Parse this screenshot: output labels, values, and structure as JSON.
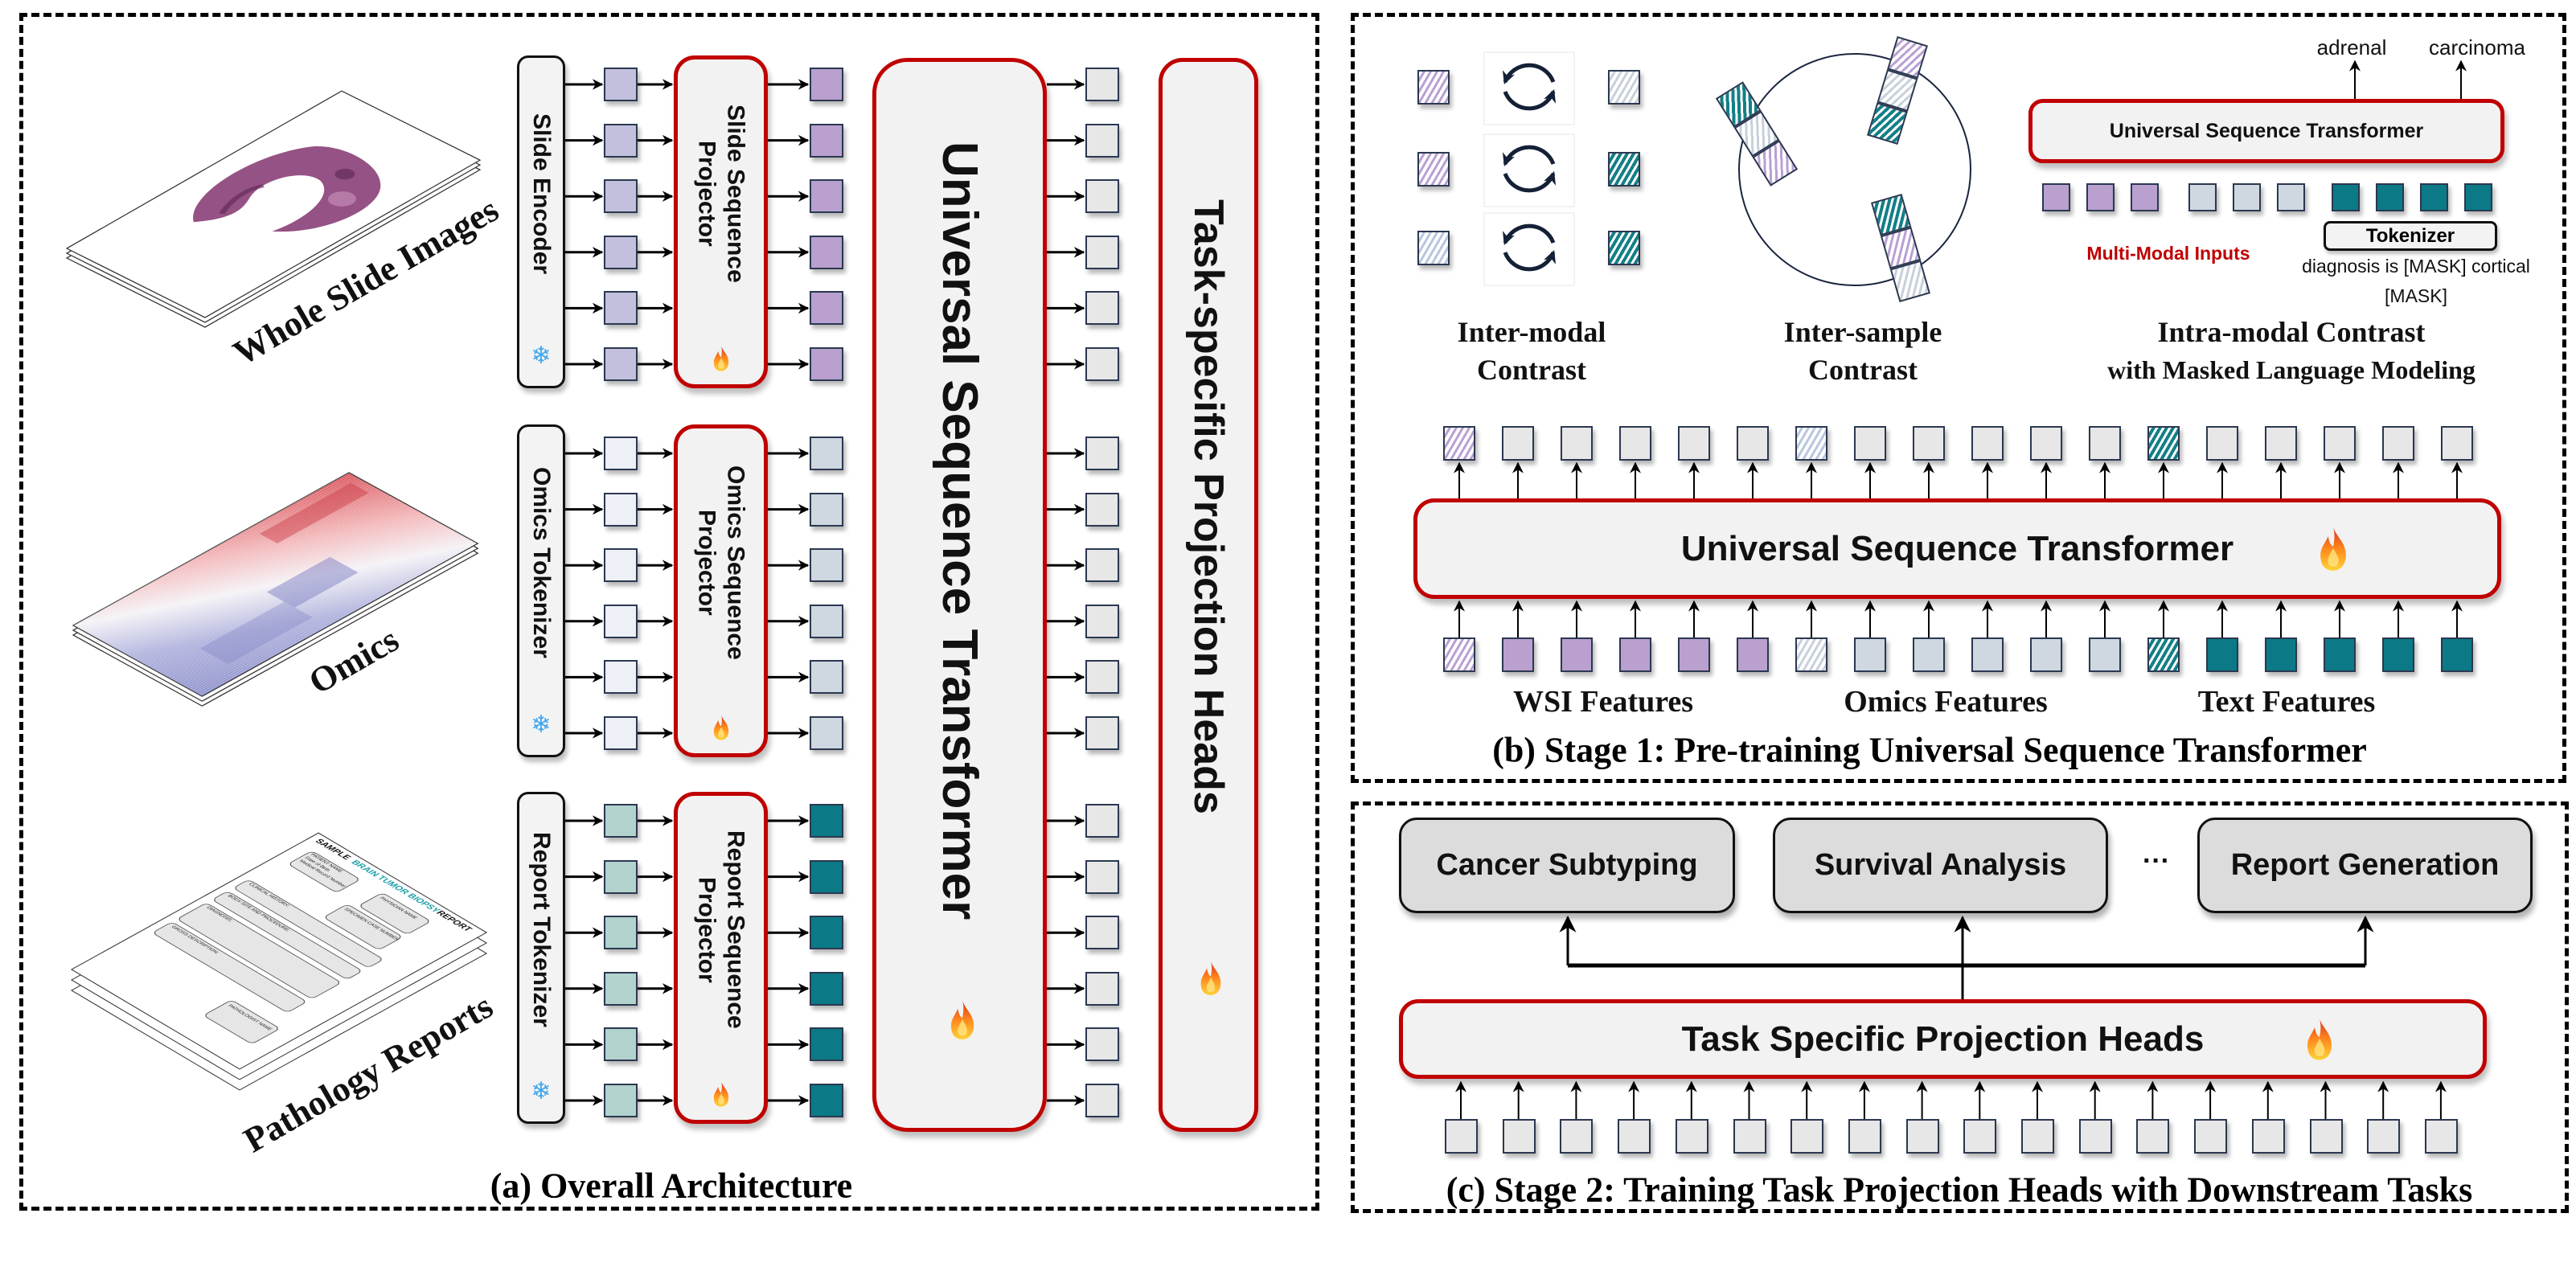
{
  "colors": {
    "accent_red": "#c00000",
    "slide_token_raw": "#c3c0dd",
    "slide_token": "#b9a0cf",
    "omics_token_raw": "#eef0f7",
    "omics_token": "#cfd7e1",
    "report_token_raw": "#b2d3cd",
    "report_token": "#0b7a86",
    "output_token": "#e7e7e7",
    "frozen_icon": "#3ea6ef",
    "trainable_icon": "#f07a1a"
  },
  "icons": {
    "frozen": "snowflake-icon",
    "trainable": "flame-icon"
  },
  "panel_a": {
    "title": "(a) Overall Architecture",
    "inputs": {
      "wsi": "Whole Slide Images",
      "omics": "Omics",
      "reports": "Pathology Reports"
    },
    "report_image": {
      "header_sample": "SAMPLE",
      "header_topic": "BRAIN TUMOR BIOPSY",
      "header_report": "REPORT",
      "patient": "PATIENT NAME",
      "dob": "Date of Birth",
      "mrn": "Medical Record Number",
      "clinical": "CLINICAL HISTORY:",
      "site": "BODY SITE AND PROCEDURE:",
      "diagnosis": "DIAGNOSIS:",
      "gross": "GROSS DESCRIPTION:",
      "physician": "PHYSICIAN NAME",
      "specimen": "SPECIMEN CASE NUMBER",
      "pathologist": "PATHOLOGIST NAME"
    },
    "encoders": [
      "Slide Encoder",
      "Omics Tokenizer",
      "Report Tokenizer"
    ],
    "projectors": [
      [
        "Slide Sequence",
        "Projector"
      ],
      [
        "Omics Sequence",
        "Projector"
      ],
      [
        "Report Sequence",
        "Projector"
      ]
    ],
    "tokens_per_modality": 6,
    "backbone": "Universal Sequence Transformer",
    "heads": "Task-specific Projection Heads"
  },
  "panel_b": {
    "title": "(b) Stage 1: Pre-training Universal Sequence Transformer",
    "objectives": {
      "inter_modal": [
        "Inter-modal",
        "Contrast"
      ],
      "inter_sample": [
        "Inter-sample",
        "Contrast"
      ],
      "intra_modal": [
        "Intra-modal Contrast",
        "with Masked Language Modeling"
      ]
    },
    "mlm": {
      "transformer": "Universal Sequence Transformer",
      "predictions": [
        "adrenal",
        "carcinoma"
      ],
      "tokenizer": "Tokenizer",
      "inputs_label": "Multi-Modal Inputs",
      "text_line1": "diagnosis is [MASK] cortical",
      "text_line2": "[MASK]"
    },
    "transformer": "Universal Sequence Transformer",
    "input_tokens": [
      "hatch-purple",
      "purple",
      "purple",
      "purple",
      "purple",
      "purple",
      "hatch-gray",
      "gray",
      "gray",
      "gray",
      "gray",
      "gray",
      "hatch-teal",
      "teal",
      "teal",
      "teal",
      "teal",
      "teal"
    ],
    "output_tokens": [
      "hatch-purple",
      "out",
      "out",
      "out",
      "out",
      "out",
      "hatch-blue",
      "out",
      "out",
      "out",
      "out",
      "out",
      "hatch-teal",
      "out",
      "out",
      "out",
      "out",
      "out"
    ],
    "feature_labels": [
      "WSI Features",
      "Omics Features",
      "Text Features"
    ]
  },
  "panel_c": {
    "title": "(c) Stage 2: Training Task Projection Heads with Downstream Tasks",
    "tasks": [
      "Cancer Subtyping",
      "Survival Analysis",
      "Report Generation"
    ],
    "ellipsis": "···",
    "heads": "Task Specific Projection Heads",
    "input_token_count": 18
  }
}
